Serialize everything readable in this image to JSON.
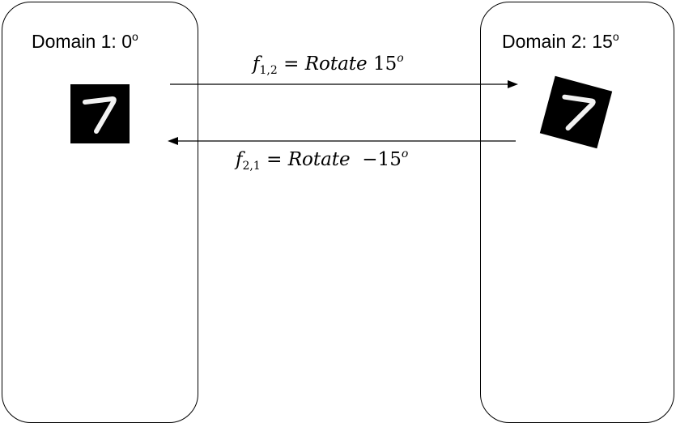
{
  "domains": [
    {
      "title": "Domain 1: 0",
      "degree_mark": "o",
      "digit": "7",
      "rotation_deg": 0
    },
    {
      "title": "Domain 2: 15",
      "degree_mark": "o",
      "digit": "7",
      "rotation_deg": 15
    }
  ],
  "mappings": {
    "forward": {
      "symbol": "f",
      "subscript": "1,2",
      "equals": "=",
      "op": "Rotate",
      "value": "15",
      "superscript": "o"
    },
    "backward": {
      "symbol": "f",
      "subscript": "2,1",
      "equals": "=",
      "op": "Rotate",
      "value": "−15",
      "superscript": "o"
    }
  },
  "colors": {
    "line": "#000000",
    "tile": "#000000",
    "stroke": "#ffffff"
  }
}
